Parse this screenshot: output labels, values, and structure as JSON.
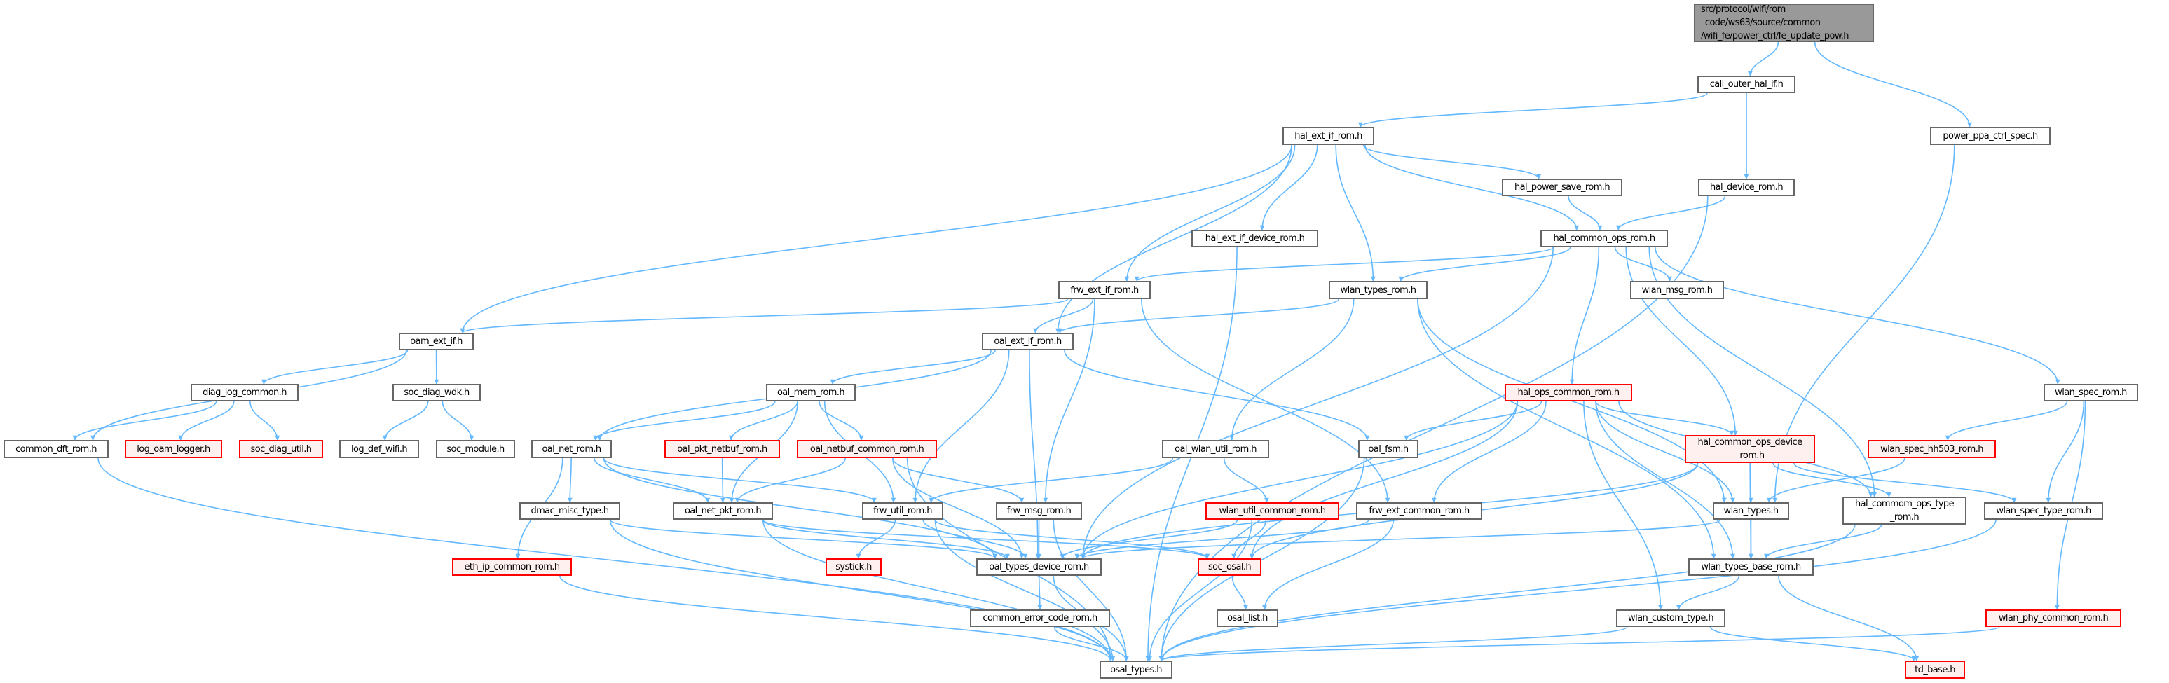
{
  "colors": {
    "edge": "#63b8ff",
    "node_border": "#666666",
    "missing_border": "#ff0000",
    "missing_fill": "#fff0f0",
    "root_fill": "#999999"
  },
  "nodes": [
    {
      "id": 0,
      "label": "src/protocol/wifi/rom\n_code/ws63/source/common\n/wifi_fe/power_ctrl/fe_update_pow.h",
      "kind": "root"
    },
    {
      "id": 1,
      "label": "cali_outer_hal_if.h",
      "kind": "normal"
    },
    {
      "id": 2,
      "label": "hal_ext_if_rom.h",
      "kind": "normal"
    },
    {
      "id": 3,
      "label": "power_ppa_ctrl_spec.h",
      "kind": "normal"
    },
    {
      "id": 4,
      "label": "hal_power_save_rom.h",
      "kind": "normal"
    },
    {
      "id": 5,
      "label": "hal_device_rom.h",
      "kind": "normal"
    },
    {
      "id": 6,
      "label": "hal_ext_if_device_rom.h",
      "kind": "normal"
    },
    {
      "id": 7,
      "label": "hal_common_ops_rom.h",
      "kind": "normal"
    },
    {
      "id": 8,
      "label": "frw_ext_if_rom.h",
      "kind": "normal"
    },
    {
      "id": 9,
      "label": "wlan_types_rom.h",
      "kind": "normal"
    },
    {
      "id": 10,
      "label": "wlan_msg_rom.h",
      "kind": "normal"
    },
    {
      "id": 11,
      "label": "oam_ext_if.h",
      "kind": "normal"
    },
    {
      "id": 12,
      "label": "oal_ext_if_rom.h",
      "kind": "normal"
    },
    {
      "id": 13,
      "label": "diag_log_common.h",
      "kind": "normal"
    },
    {
      "id": 14,
      "label": "soc_diag_wdk.h",
      "kind": "normal"
    },
    {
      "id": 15,
      "label": "oal_mem_rom.h",
      "kind": "normal"
    },
    {
      "id": 16,
      "label": "hal_ops_common_rom.h",
      "kind": "missing"
    },
    {
      "id": 17,
      "label": "wlan_spec_rom.h",
      "kind": "normal"
    },
    {
      "id": 18,
      "label": "common_dft_rom.h",
      "kind": "normal"
    },
    {
      "id": 19,
      "label": "log_oam_logger.h",
      "kind": "missing"
    },
    {
      "id": 20,
      "label": "soc_diag_util.h",
      "kind": "missing"
    },
    {
      "id": 21,
      "label": "log_def_wifi.h",
      "kind": "normal"
    },
    {
      "id": 22,
      "label": "soc_module.h",
      "kind": "normal"
    },
    {
      "id": 23,
      "label": "oal_net_rom.h",
      "kind": "normal"
    },
    {
      "id": 24,
      "label": "oal_pkt_netbuf_rom.h",
      "kind": "missing"
    },
    {
      "id": 25,
      "label": "oal_netbuf_common_rom.h",
      "kind": "missing"
    },
    {
      "id": 26,
      "label": "oal_wlan_util_rom.h",
      "kind": "normal"
    },
    {
      "id": 27,
      "label": "oal_fsm.h",
      "kind": "normal"
    },
    {
      "id": 28,
      "label": "hal_common_ops_device\n_rom.h",
      "kind": "missing"
    },
    {
      "id": 29,
      "label": "wlan_spec_hh503_rom.h",
      "kind": "missing"
    },
    {
      "id": 30,
      "label": "dmac_misc_type.h",
      "kind": "normal"
    },
    {
      "id": 31,
      "label": "oal_net_pkt_rom.h",
      "kind": "normal"
    },
    {
      "id": 32,
      "label": "frw_util_rom.h",
      "kind": "normal"
    },
    {
      "id": 33,
      "label": "frw_msg_rom.h",
      "kind": "normal"
    },
    {
      "id": 34,
      "label": "wlan_util_common_rom.h",
      "kind": "missing"
    },
    {
      "id": 35,
      "label": "frw_ext_common_rom.h",
      "kind": "normal"
    },
    {
      "id": 36,
      "label": "wlan_types.h",
      "kind": "normal"
    },
    {
      "id": 37,
      "label": "hal_commom_ops_type\n_rom.h",
      "kind": "normal"
    },
    {
      "id": 38,
      "label": "wlan_spec_type_rom.h",
      "kind": "normal"
    },
    {
      "id": 39,
      "label": "eth_ip_common_rom.h",
      "kind": "missing"
    },
    {
      "id": 40,
      "label": "systick.h",
      "kind": "missing"
    },
    {
      "id": 41,
      "label": "oal_types_device_rom.h",
      "kind": "normal"
    },
    {
      "id": 42,
      "label": "soc_osal.h",
      "kind": "missing"
    },
    {
      "id": 43,
      "label": "wlan_types_base_rom.h",
      "kind": "normal"
    },
    {
      "id": 44,
      "label": "common_error_code_rom.h",
      "kind": "normal"
    },
    {
      "id": 45,
      "label": "osal_list.h",
      "kind": "normal"
    },
    {
      "id": 46,
      "label": "wlan_custom_type.h",
      "kind": "normal"
    },
    {
      "id": 47,
      "label": "wlan_phy_common_rom.h",
      "kind": "missing"
    },
    {
      "id": 48,
      "label": "osal_types.h",
      "kind": "normal"
    },
    {
      "id": 49,
      "label": "td_base.h",
      "kind": "missing"
    }
  ],
  "edges": [
    [
      0,
      1
    ],
    [
      0,
      3
    ],
    [
      1,
      2
    ],
    [
      1,
      5
    ],
    [
      2,
      11
    ],
    [
      2,
      12
    ],
    [
      2,
      8
    ],
    [
      2,
      6
    ],
    [
      2,
      9
    ],
    [
      2,
      4
    ],
    [
      2,
      7
    ],
    [
      3,
      36
    ],
    [
      4,
      7
    ],
    [
      5,
      7
    ],
    [
      5,
      48
    ],
    [
      6,
      48
    ],
    [
      7,
      8
    ],
    [
      7,
      9
    ],
    [
      7,
      10
    ],
    [
      7,
      16
    ],
    [
      7,
      28
    ],
    [
      7,
      17
    ],
    [
      7,
      37
    ],
    [
      7,
      41
    ],
    [
      8,
      11
    ],
    [
      8,
      12
    ],
    [
      8,
      33
    ],
    [
      8,
      35
    ],
    [
      9,
      12
    ],
    [
      9,
      26
    ],
    [
      9,
      36
    ],
    [
      9,
      43
    ],
    [
      11,
      18
    ],
    [
      11,
      13
    ],
    [
      11,
      14
    ],
    [
      12,
      15
    ],
    [
      12,
      23
    ],
    [
      12,
      27
    ],
    [
      12,
      32
    ],
    [
      12,
      41
    ],
    [
      13,
      18
    ],
    [
      13,
      19
    ],
    [
      13,
      20
    ],
    [
      14,
      21
    ],
    [
      14,
      22
    ],
    [
      15,
      23
    ],
    [
      15,
      24
    ],
    [
      15,
      25
    ],
    [
      15,
      31
    ],
    [
      15,
      32
    ],
    [
      16,
      27
    ],
    [
      16,
      28
    ],
    [
      16,
      35
    ],
    [
      16,
      36
    ],
    [
      16,
      43
    ],
    [
      16,
      37
    ],
    [
      16,
      41
    ],
    [
      16,
      46
    ],
    [
      16,
      42
    ],
    [
      17,
      29
    ],
    [
      17,
      38
    ],
    [
      17,
      47
    ],
    [
      18,
      48
    ],
    [
      23,
      30
    ],
    [
      23,
      31
    ],
    [
      23,
      32
    ],
    [
      23,
      39
    ],
    [
      23,
      41
    ],
    [
      24,
      31
    ],
    [
      25,
      31
    ],
    [
      25,
      33
    ],
    [
      25,
      41
    ],
    [
      25,
      48
    ],
    [
      26,
      32
    ],
    [
      26,
      34
    ],
    [
      27,
      48
    ],
    [
      28,
      36
    ],
    [
      28,
      37
    ],
    [
      28,
      38
    ],
    [
      28,
      43
    ],
    [
      28,
      41
    ],
    [
      28,
      42
    ],
    [
      29,
      36
    ],
    [
      30,
      41
    ],
    [
      30,
      48
    ],
    [
      31,
      41
    ],
    [
      31,
      48
    ],
    [
      31,
      42
    ],
    [
      32,
      40
    ],
    [
      32,
      41
    ],
    [
      32,
      48
    ],
    [
      32,
      42
    ],
    [
      33,
      41
    ],
    [
      33,
      48
    ],
    [
      34,
      41
    ],
    [
      34,
      42
    ],
    [
      34,
      48
    ],
    [
      35,
      41
    ],
    [
      35,
      45
    ],
    [
      36,
      43
    ],
    [
      36,
      41
    ],
    [
      37,
      43
    ],
    [
      37,
      48
    ],
    [
      38,
      48
    ],
    [
      39,
      48
    ],
    [
      41,
      44
    ],
    [
      41,
      48
    ],
    [
      42,
      45
    ],
    [
      43,
      46
    ],
    [
      43,
      49
    ],
    [
      44,
      48
    ],
    [
      46,
      48
    ],
    [
      46,
      49
    ],
    [
      47,
      48
    ]
  ]
}
